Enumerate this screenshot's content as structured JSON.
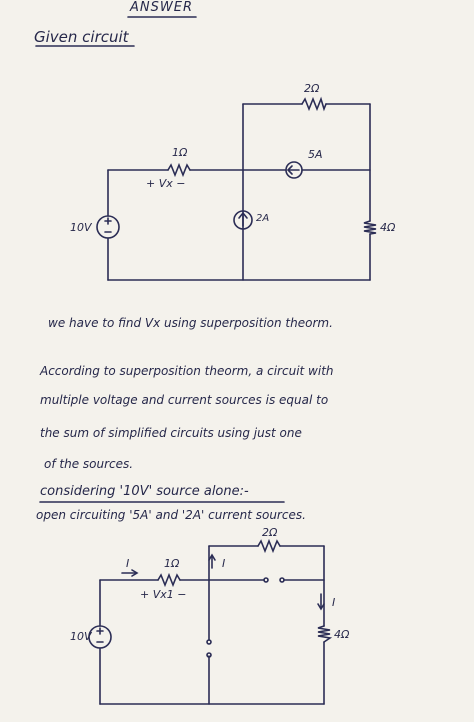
{
  "header": {
    "title": "ANSWER",
    "subtitle": "Given circuit"
  },
  "circuit1": {
    "r_top": "2Ω",
    "src_top": "5A",
    "r_left": "1Ω",
    "vx_label": "+  Vx  −",
    "src_mid": "2A",
    "v_src": "10V",
    "r_right": "4Ω"
  },
  "text": {
    "line1": "we have to find Vx using superposition theorm.",
    "line2": "According to superposition theorm, a circuit with",
    "line3": "multiple voltage and current sources is equal to",
    "line4": "the sum of simplified circuits using just one",
    "line5": "of the sources.",
    "heading": "considering '10V' source alone:-",
    "line6": "open circuiting '5A' and '2A' current sources."
  },
  "circuit2": {
    "r_top": "2Ω",
    "current_left": "I",
    "r_left": "1Ω",
    "current_mid": "I",
    "vx_label": "+  Vx1  −",
    "current_right": "I",
    "v_src": "10V",
    "r_right": "4Ω"
  }
}
